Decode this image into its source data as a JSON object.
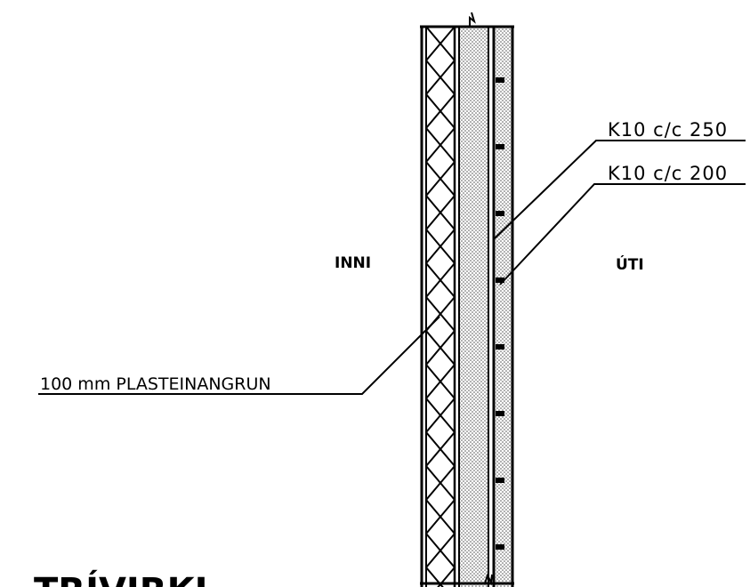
{
  "labels": {
    "inside": "INNI",
    "outside": "ÚTI",
    "rebar_outer": "K10 c/c 250",
    "rebar_inner": "K10 c/c 200",
    "insulation": "100 mm PLASTEINANGRUN",
    "title": "TRÍVIRKI"
  },
  "colors": {
    "line": "#000000",
    "background": "#ffffff",
    "concrete_dots": "#555555"
  }
}
